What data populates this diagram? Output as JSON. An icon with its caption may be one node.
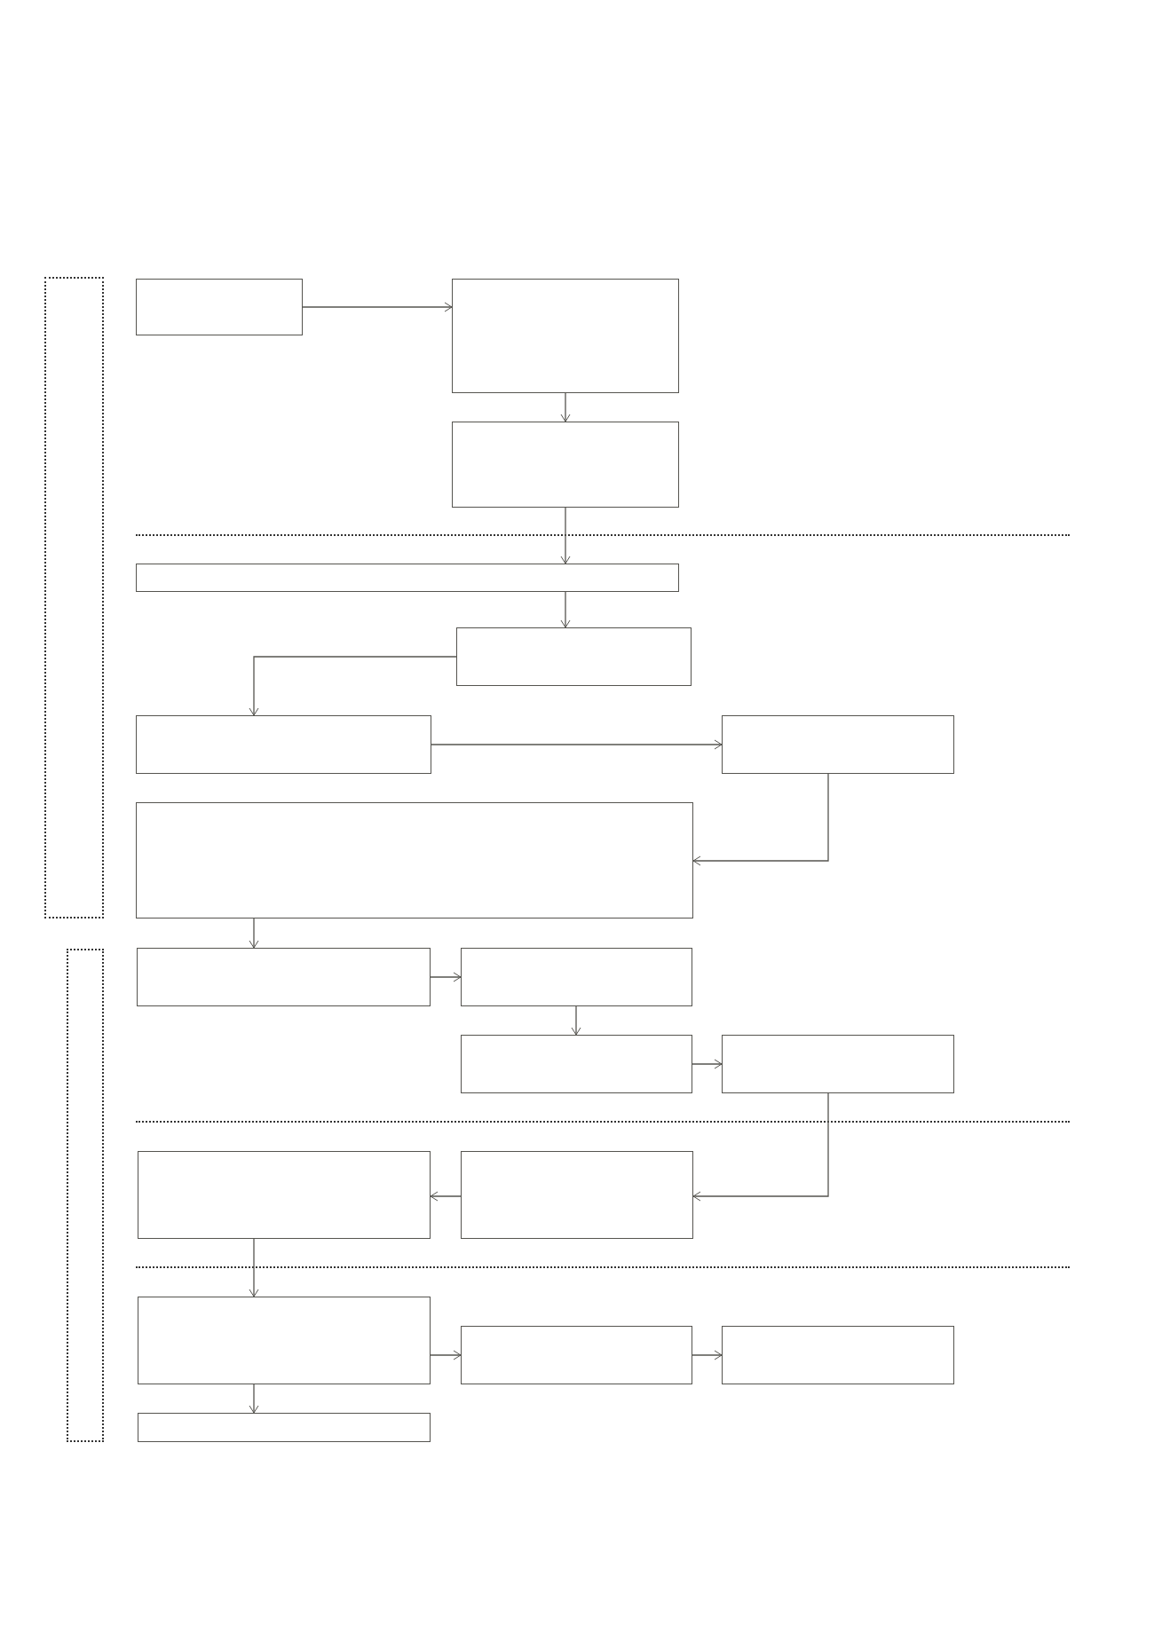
{
  "diagram": {
    "nodes": [
      {
        "text": [],
        "shape": "box"
      },
      {
        "text": [],
        "shape": "box"
      },
      {
        "text": [],
        "shape": "box"
      },
      {
        "text": [],
        "shape": "box"
      },
      {
        "text": [],
        "shape": "box"
      },
      {
        "text": [],
        "shape": "box"
      },
      {
        "text": [],
        "shape": "box"
      },
      {
        "text": [],
        "shape": "box"
      },
      {
        "text": [],
        "shape": "box"
      },
      {
        "text": [],
        "shape": "box"
      },
      {
        "text": [],
        "shape": "box"
      },
      {
        "text": [],
        "shape": "box"
      },
      {
        "text": [],
        "shape": "box"
      },
      {
        "text": [],
        "shape": "box"
      },
      {
        "text": [],
        "shape": "box"
      },
      {
        "text": [],
        "shape": "box"
      },
      {
        "text": [],
        "shape": "box"
      },
      {
        "text": [],
        "shape": "box"
      },
      {
        "text": [],
        "shape": "box"
      },
      {
        "text": [],
        "shape": "box"
      }
    ],
    "edges": [
      {
        "from": 0,
        "to": 1,
        "arrow": "to"
      },
      {
        "from": 1,
        "to": 2,
        "arrow": "to"
      },
      {
        "from": 2,
        "to": 3,
        "arrow": "to"
      },
      {
        "from": 3,
        "to": 4,
        "arrow": "to"
      },
      {
        "from": 4,
        "to": 5,
        "arrow": "to"
      },
      {
        "from": 5,
        "to": 6,
        "arrow": "to"
      },
      {
        "from": 6,
        "to": 7,
        "arrow": "to"
      },
      {
        "from": 7,
        "to": 8,
        "arrow": "to"
      },
      {
        "from": 8,
        "to": 9,
        "arrow": "to"
      },
      {
        "from": 9,
        "to": 10,
        "arrow": "to"
      },
      {
        "from": 10,
        "to": 11,
        "arrow": "to"
      },
      {
        "from": 11,
        "to": 13,
        "arrow": "to"
      },
      {
        "from": 13,
        "to": 12,
        "arrow": "to"
      },
      {
        "from": 12,
        "to": 14,
        "arrow": "to"
      },
      {
        "from": 14,
        "to": 15,
        "arrow": "to"
      },
      {
        "from": 15,
        "to": 16,
        "arrow": "to"
      },
      {
        "from": 14,
        "to": 17,
        "arrow": "to"
      }
    ]
  }
}
